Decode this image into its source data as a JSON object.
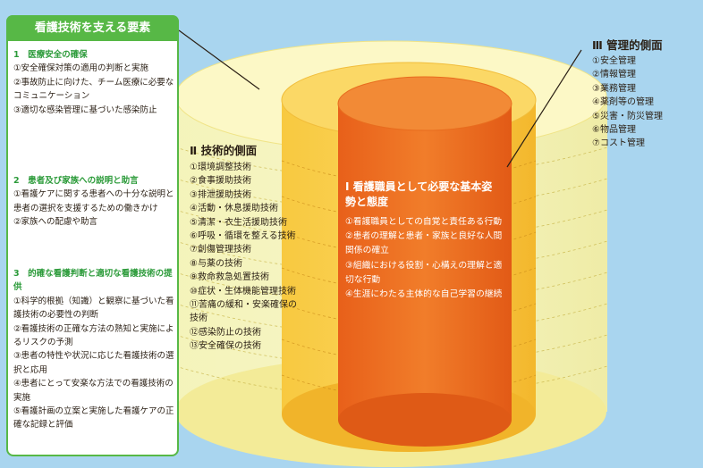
{
  "box": {
    "title": "看護技術を支える要素",
    "sections": [
      {
        "heading": "1　医療安全の確保",
        "items": [
          "①安全確保対策の適用の判断と実施",
          "②事故防止に向けた、チーム医療に必要なコミュニケーション",
          "③適切な感染管理に基づいた感染防止"
        ]
      },
      {
        "heading": "2　患者及び家族への説明と助言",
        "items": [
          "①看護ケアに関する患者への十分な説明と患者の選択を支援するための働きかけ",
          "②家族への配慮や助言"
        ]
      },
      {
        "heading": "3　的確な看護判断と適切な看護技術の提供",
        "items": [
          "①科学的根拠（知識）と観察に基づいた看護技術の必要性の判断",
          "②看護技術の正確な方法の熟知と実施によるリスクの予測",
          "③患者の特性や状況に応じた看護技術の選択と応用",
          "④患者にとって安楽な方法での看護技術の実施",
          "⑤看護計画の立案と実施した看護ケアの正確な記録と評価"
        ]
      }
    ]
  },
  "technical": {
    "title": "Ⅱ 技術的側面",
    "items": [
      "①環境調整技術",
      "②食事援助技術",
      "③排泄援助技術",
      "④活動・休息援助技術",
      "⑤清潔・衣生活援助技術",
      "⑥呼吸・循環を整える技術",
      "⑦創傷管理技術",
      "⑧与薬の技術",
      "⑨救命救急処置技術",
      "⑩症状・生体機能管理技術",
      "⑪苦痛の緩和・安楽確保の技術",
      "⑫感染防止の技術",
      "⑬安全確保の技術"
    ]
  },
  "management": {
    "title": "Ⅲ 管理的側面",
    "items": [
      "①安全管理",
      "②情報管理",
      "③業務管理",
      "④薬剤等の管理",
      "⑤災害・防災管理",
      "⑥物品管理",
      "⑦コスト管理"
    ]
  },
  "core": {
    "title": "Ⅰ 看護職員として必要な基本姿勢と態度",
    "items": [
      "①看護職員としての自覚と責任ある行動",
      "②患者の理解と患者・家族と良好な人間関係の確立",
      "③組織における役割・心構えの理解と適切な行動",
      "④生涯にわたる主体的な自己学習の継続"
    ]
  },
  "colors": {
    "background": "#a9d5ef",
    "outer_ring": "#f8f6b0",
    "middle_ring": "#f6c33c",
    "inner_cylinder": "#ee6f1e",
    "box_border": "#57b846"
  }
}
